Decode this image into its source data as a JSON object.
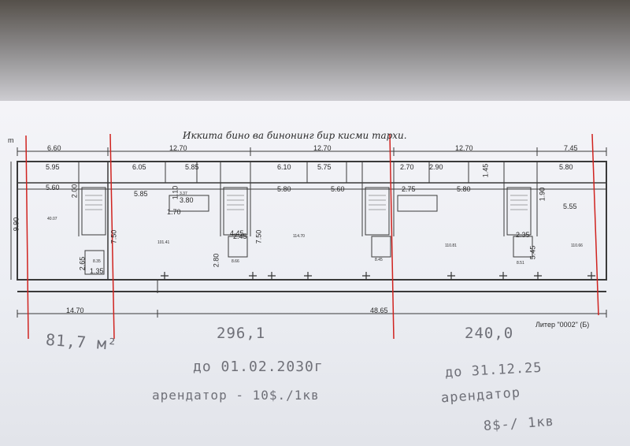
{
  "plan": {
    "title": "Иккита бино ва бинонинг бир кисми тархи.",
    "axis_letter": "m",
    "top_dims": [
      "6.60",
      "12.70",
      "12.70",
      "12.70",
      "7.45"
    ],
    "left_dims": [
      "9.90"
    ],
    "bottom_dims": [
      "14.70",
      "48.65"
    ],
    "mid_dims": [
      "7.50",
      "7.50",
      "2.80",
      "4.45",
      "5.45"
    ],
    "room_dims": [
      "5.95",
      "6.05",
      "5.85",
      "6.10",
      "5.75",
      "2.70",
      "2.90",
      "5.80",
      "5.60",
      "5.85",
      "3.80",
      "1.70",
      "5.80",
      "5.60",
      "2.75",
      "5.80",
      "5.55",
      "2.00",
      "2.45",
      "2.35",
      "1.45",
      "2.65",
      "1.35",
      "1.10",
      "1.90",
      "3.37"
    ],
    "room_areas": [
      "101.41",
      "114.70",
      "110.81",
      "110.66",
      "40.07",
      "8.66",
      "8.45",
      "8.51",
      "8.35"
    ],
    "stamp_text": "Литер \"0002\" (Б)"
  },
  "annotations": {
    "area_1": "81,7 м²",
    "area_2": "296,1",
    "area_3": "240,0",
    "date_1": "до 01.02.2030г",
    "tenant_1": "арендатор - 10$./1кв",
    "date_2": "до 31.12.25",
    "tenant_2": "арендатор",
    "tenant_2_rate": "8$-/ 1кв"
  },
  "colors": {
    "line": "#3a3a3a",
    "red_marker": "#d0231f",
    "handwriting": "#6f7078"
  }
}
